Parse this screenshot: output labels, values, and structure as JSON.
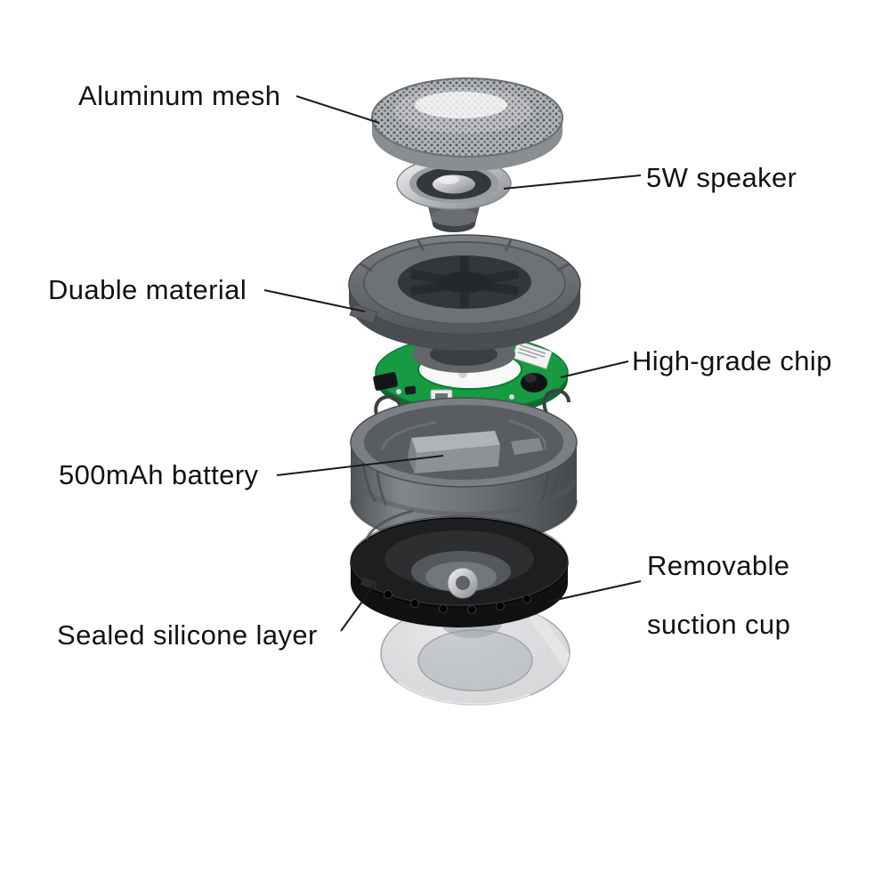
{
  "diagram": {
    "background_color": "#ffffff",
    "text_color": "#121212",
    "pcb_color": "#169a42",
    "silicone_color": "#1d1e1f",
    "body_color": "#6d7175",
    "labels": {
      "aluminum_mesh": "Aluminum mesh",
      "speaker": "5W speaker",
      "duable_material": "Duable material",
      "high_grade_chip": "High-grade chip",
      "battery": "500mAh battery",
      "suction_cup_line1": "Removable",
      "suction_cup_line2": "suction cup",
      "silicone_layer": "Sealed silicone layer"
    }
  }
}
